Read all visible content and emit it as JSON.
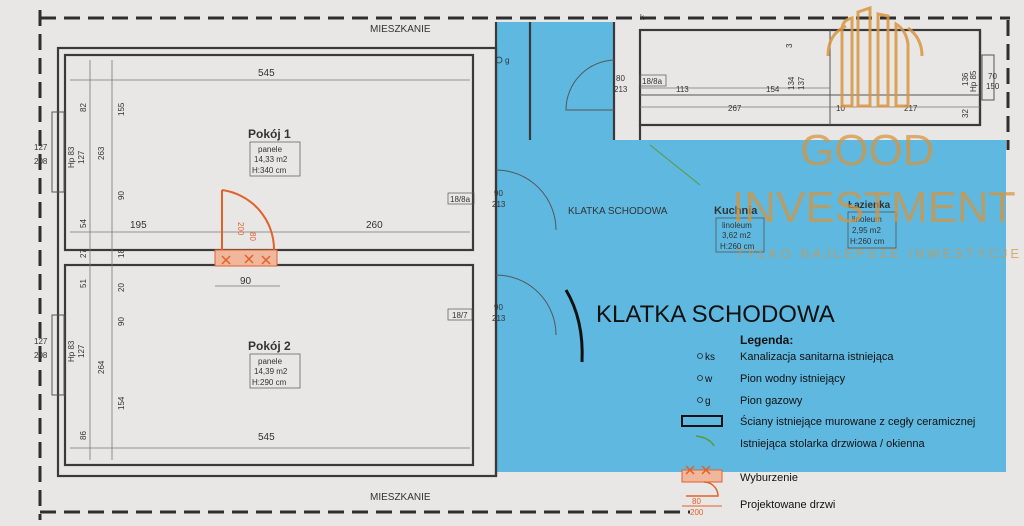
{
  "plan": {
    "top_neighbor": "MIESZKANIE",
    "bottom_neighbor": "MIESZKANIE",
    "room1": {
      "name": "Pokój 1",
      "floor": "panele",
      "area": "14,33 m2",
      "height": "H:340 cm"
    },
    "room2": {
      "name": "Pokój 2",
      "floor": "panele",
      "area": "14,39 m2",
      "height": "H:290 cm"
    },
    "kitchen": {
      "name": "Kuchnia",
      "floor": "linoleum",
      "area": "3,62 m2",
      "height": "H:260 cm"
    },
    "bathroom": {
      "name": "Łazienka",
      "floor": "linoleum",
      "area": "2,95 m2",
      "height": "H:260 cm"
    },
    "stair_small": "KLATKA SCHODOWA",
    "stair_big": "KLATKA SCHODOWA",
    "door_tags": [
      "18/8a",
      "18/8a",
      "18/7"
    ],
    "door_sizes": [
      {
        "w": "80",
        "h": "213"
      },
      {
        "w": "90",
        "h": "213"
      },
      {
        "w": "90",
        "h": "213"
      }
    ],
    "new_door": {
      "w": "80",
      "h": "200"
    },
    "dims": {
      "top_width": "545",
      "bottom_width": "545",
      "left_195": "195",
      "mid_260": "260",
      "door_90": "90",
      "d82": "82",
      "d155": "155",
      "d263": "263",
      "d90a": "90",
      "d54": "54",
      "d18": "18",
      "d27": "27",
      "d51": "51",
      "d20": "20",
      "d90b": "90",
      "d264": "264",
      "d154": "154",
      "d86": "86",
      "win_w1": "127",
      "win_h1": "208",
      "hp1": "Hp 83",
      "sill1": "127",
      "win_w2": "127",
      "win_h2": "208",
      "hp2": "Hp 83",
      "sill2": "127",
      "d113": "113",
      "d267": "267",
      "d154b": "154",
      "d10": "10",
      "d217": "217",
      "d137": "137",
      "d134": "134",
      "d3": "3",
      "d136": "136",
      "d32": "32",
      "d70": "70",
      "d150": "150",
      "hp3": "Hp 85",
      "ks": "k"
    },
    "water_mark": "g"
  },
  "legend": {
    "title": "Legenda:",
    "items": [
      {
        "symbol": "ks",
        "text": "Kanalizacja sanitarna istniejąca"
      },
      {
        "symbol": "w",
        "text": "Pion wodny istniejący"
      },
      {
        "symbol": "g",
        "text": "Pion gazowy"
      },
      {
        "symbol": "",
        "text": "Ściany istniejące  murowane z cegły ceramicznej"
      },
      {
        "symbol": "",
        "text": "Istniejąca stolarka drzwiowa / okienna"
      },
      {
        "symbol": "",
        "text": "Wyburzenie"
      },
      {
        "symbol": "",
        "text": "Projektowane drzwi"
      }
    ],
    "proj_door_top": "80",
    "proj_door_bottom": "200"
  },
  "watermark": {
    "line1": "GOOD",
    "line2": "INVESTMENT",
    "tagline": "TYLKO NAJLEPSZE INWESTYCJE"
  },
  "colors": {
    "stair_fill": "#5fb8e0",
    "demolition": "#e0622a",
    "watermark": "#d8953f",
    "paper": "#e9e7e6"
  }
}
